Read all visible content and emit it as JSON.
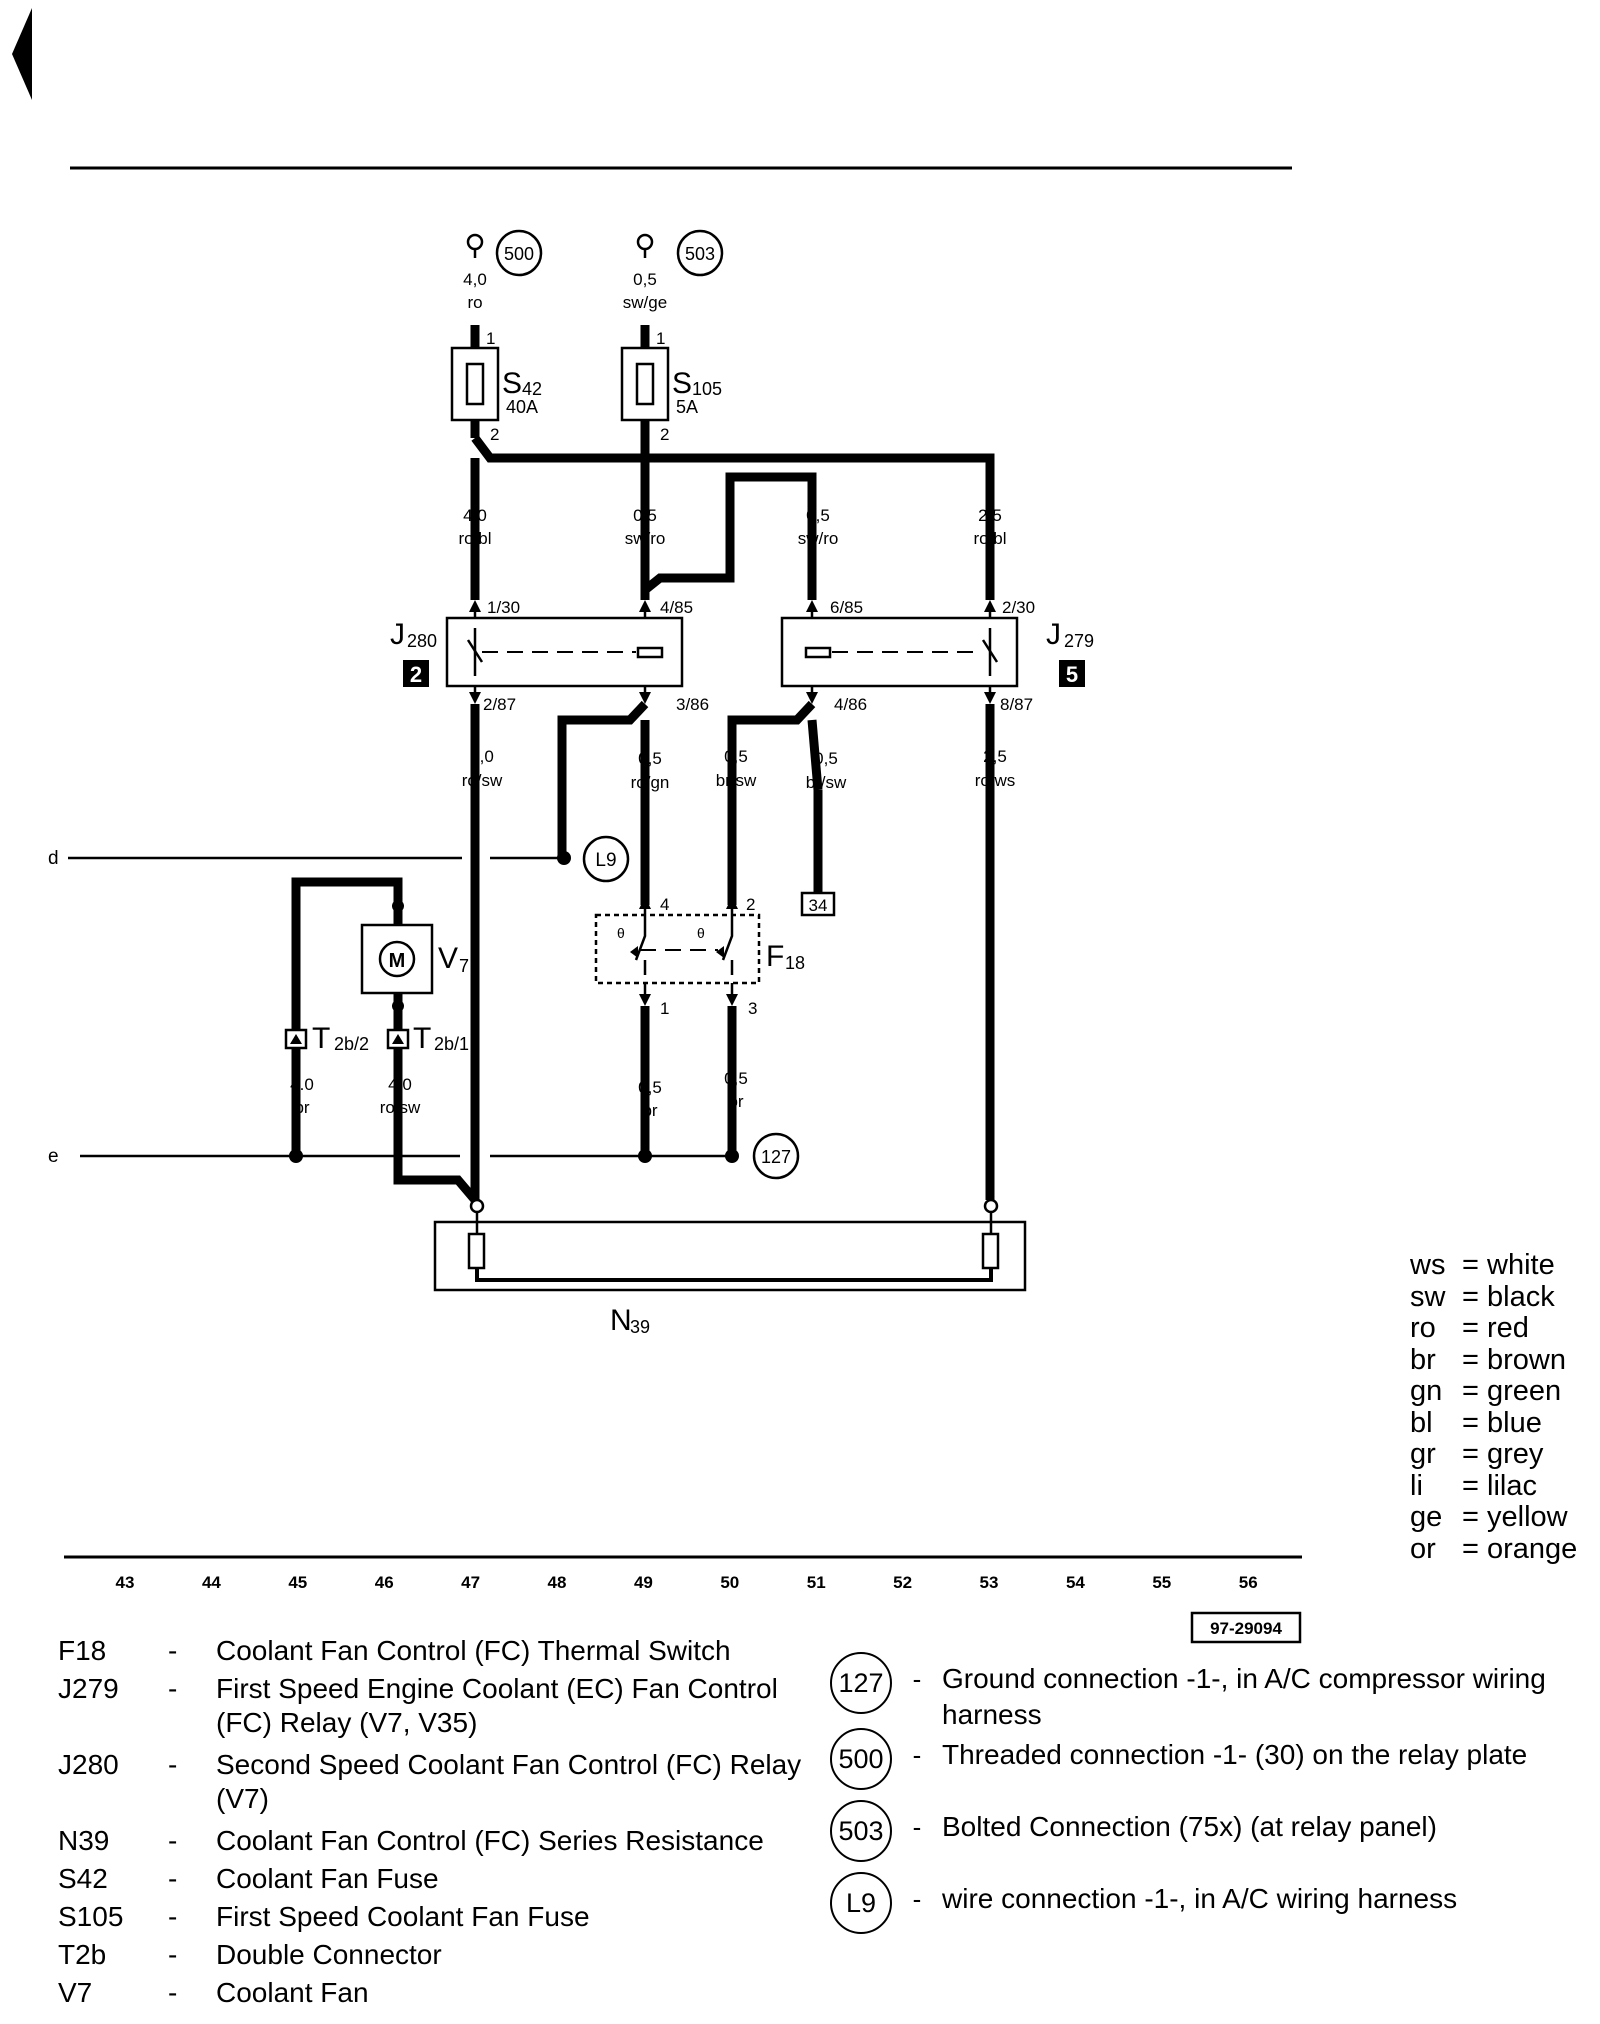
{
  "page": {
    "figure_number": "97-29094"
  },
  "wires": {
    "w500_spec": "4,0",
    "w500_color": "ro",
    "w503_spec": "0,5",
    "w503_color": "sw/ge",
    "a_spec": "4,0",
    "a_color": "ro/bl",
    "b_spec": "0,5",
    "b_color": "sw/ro",
    "c_spec": "0,5",
    "c_color": "sw/ro",
    "d_spec": "2,5",
    "d_color": "ro/bl",
    "e_spec": "4,0",
    "e_color": "ro/sw",
    "f_spec": "0,5",
    "f_color": "ro/gn",
    "g_spec": "0,5",
    "g_color": "br/sw",
    "h_spec": "0,5",
    "h_color": "br/sw",
    "i_spec": "2,5",
    "i_color": "ro/ws",
    "t2_spec": "4.0",
    "t2_color": "br",
    "t1_spec": "4.0",
    "t1_color": "ro/sw",
    "f1_spec": "0,5",
    "f1_color": "br",
    "f3_spec": "0,5",
    "f3_color": "br"
  },
  "pins": {
    "s42_in": "1",
    "s42_out": "2",
    "s105_in": "1",
    "s105_out": "2",
    "j280_130": "1/30",
    "j280_485": "4/85",
    "j280_287": "2/87",
    "j280_386": "3/86",
    "j279_685": "6/85",
    "j279_230": "2/30",
    "j279_486": "4/86",
    "j279_887": "8/87",
    "f18_4": "4",
    "f18_2": "2",
    "f18_1": "1",
    "f18_3": "3"
  },
  "components": {
    "s42": "S",
    "s42_sub": "42",
    "s42_rating": "40A",
    "s105": "S",
    "s105_sub": "105",
    "s105_rating": "5A",
    "j280": "J",
    "j280_sub": "280",
    "j280_badge": "2",
    "j279": "J",
    "j279_sub": "279",
    "j279_badge": "5",
    "v7": "V",
    "v7_sub": "7",
    "motor": "M",
    "f18": "F",
    "f18_sub": "18",
    "t2b2": "T",
    "t2b2_sub": "2b/2",
    "t2b1": "T",
    "t2b1_sub": "2b/1",
    "n39": "N",
    "n39_sub": "39",
    "ref34": "34",
    "c500": "500",
    "c503": "503",
    "cL9": "L9",
    "c127": "127",
    "line_d": "d",
    "line_e": "e"
  },
  "columns": [
    "43",
    "44",
    "45",
    "46",
    "47",
    "48",
    "49",
    "50",
    "51",
    "52",
    "53",
    "54",
    "55",
    "56"
  ],
  "legend": [
    {
      "code": "F18",
      "sep": "-",
      "text": "Coolant Fan Control (FC) Thermal Switch"
    },
    {
      "code": "J279",
      "sep": "-",
      "text": "First Speed Engine Coolant (EC) Fan Control",
      "text2": "(FC) Relay (V7, V35)"
    },
    {
      "code": "J280",
      "sep": "-",
      "text": "Second Speed Coolant Fan Control (FC) Relay",
      "text2": "(V7)"
    },
    {
      "code": "N39",
      "sep": "-",
      "text": "Coolant Fan Control (FC) Series Resistance"
    },
    {
      "code": "S42",
      "sep": "-",
      "text": "Coolant Fan Fuse"
    },
    {
      "code": "S105",
      "sep": "-",
      "text": "First Speed Coolant Fan Fuse"
    },
    {
      "code": "T2b",
      "sep": "-",
      "text": "Double Connector"
    },
    {
      "code": "V7",
      "sep": "-",
      "text": "Coolant Fan"
    }
  ],
  "ground_legend": [
    {
      "id": "127",
      "sep": "-",
      "text": "Ground connection -1-, in A/C compressor wiring harness"
    },
    {
      "id": "500",
      "sep": "-",
      "text": "Threaded connection -1- (30) on the relay plate"
    },
    {
      "id": "503",
      "sep": "-",
      "text": "Bolted Connection (75x) (at relay panel)"
    },
    {
      "id": "L9",
      "sep": "-",
      "text": "wire connection -1-, in A/C wiring harness"
    }
  ],
  "color_key": [
    {
      "abbr": "ws",
      "eq": "=",
      "name": "white"
    },
    {
      "abbr": "sw",
      "eq": "=",
      "name": "black"
    },
    {
      "abbr": "ro",
      "eq": "=",
      "name": "red"
    },
    {
      "abbr": "br",
      "eq": "=",
      "name": "brown"
    },
    {
      "abbr": "gn",
      "eq": "=",
      "name": "green"
    },
    {
      "abbr": "bl",
      "eq": "=",
      "name": "blue"
    },
    {
      "abbr": "gr",
      "eq": "=",
      "name": "grey"
    },
    {
      "abbr": "li",
      "eq": "=",
      "name": "lilac"
    },
    {
      "abbr": "ge",
      "eq": "=",
      "name": "yellow"
    },
    {
      "abbr": "or",
      "eq": "=",
      "name": "orange"
    }
  ]
}
